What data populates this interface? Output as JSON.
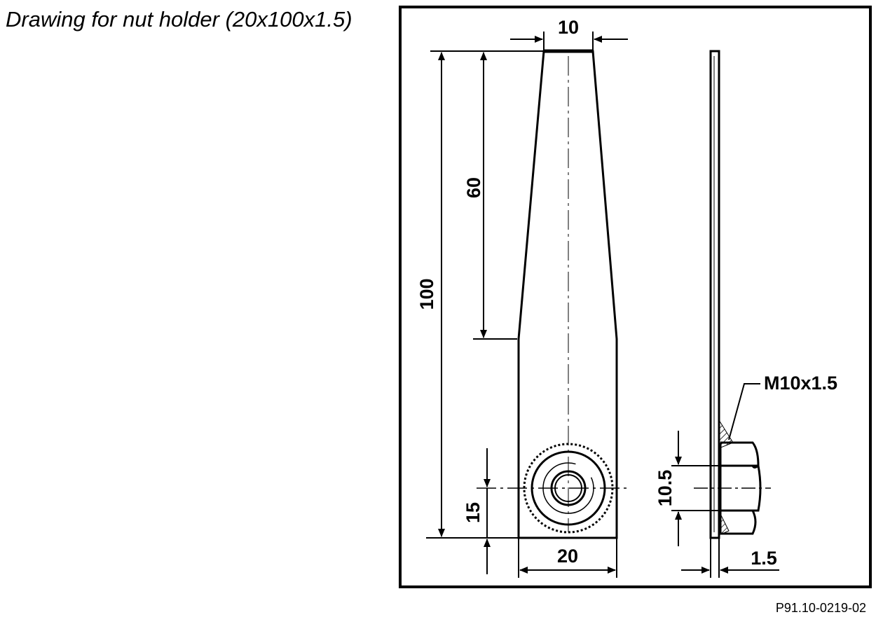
{
  "title": "Drawing for nut holder (20x100x1.5)",
  "reference": "P91.10-0219-02",
  "dimensions": {
    "top_width": "10",
    "total_length": "100",
    "taper_length": "60",
    "hole_offset": "15",
    "base_width": "20",
    "nut_height": "10.5",
    "thickness": "1.5",
    "thread": "M10x1.5"
  },
  "colors": {
    "line": "#000000",
    "background": "#ffffff"
  }
}
